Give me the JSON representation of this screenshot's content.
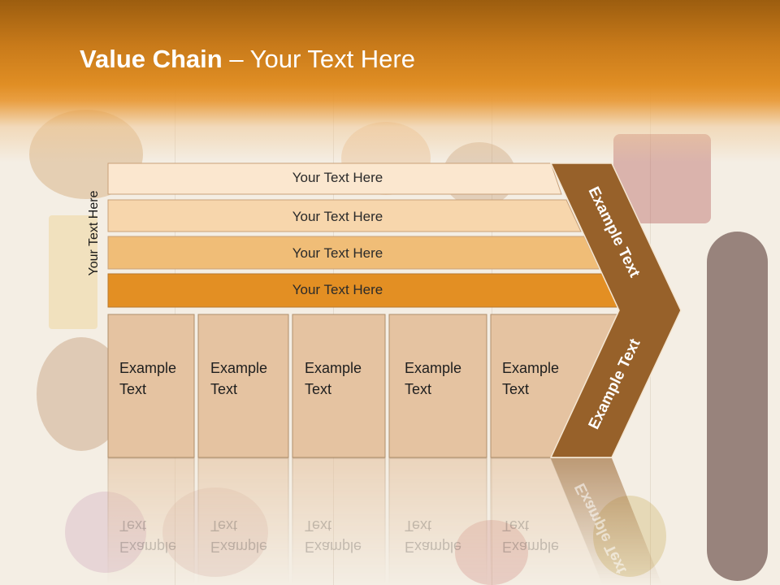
{
  "slide": {
    "title_bold": "Value Chain",
    "title_rest": " – Your Text Here",
    "side_label": "Your Text Here",
    "bars": [
      {
        "label": "Your Text Here",
        "color": "#fbe7cf"
      },
      {
        "label": "Your Text Here",
        "color": "#f7d6ac"
      },
      {
        "label": "Your Text Here",
        "color": "#f0bd77"
      },
      {
        "label": "Your Text Here",
        "color": "#e38f23"
      }
    ],
    "boxes": [
      {
        "label": "Example\nText"
      },
      {
        "label": "Example\nText"
      },
      {
        "label": "Example\nText"
      },
      {
        "label": "Example\nText"
      },
      {
        "label": "Example\nText"
      }
    ],
    "chevron_top": "Example Text",
    "chevron_bottom": "Example Text",
    "colors": {
      "header": "#d98a22",
      "chevron": "#97612a",
      "box_fill": "#e5c3a1",
      "box_stroke": "#b08f6c"
    }
  }
}
